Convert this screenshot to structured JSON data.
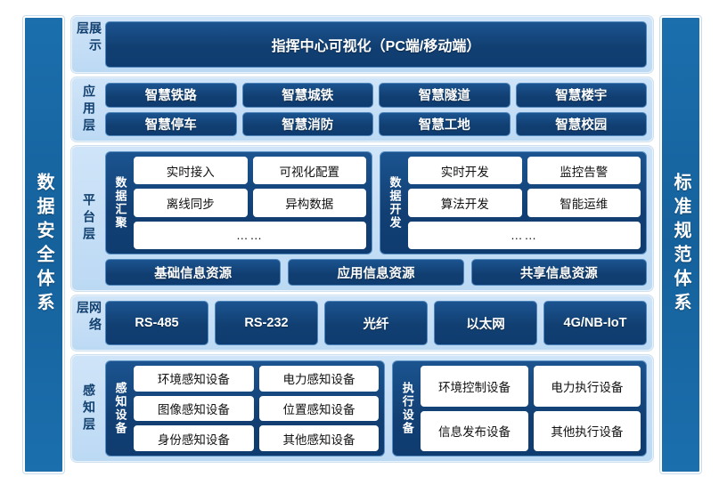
{
  "side_pillars": {
    "left": "数据安全体系",
    "right": "标准规范体系"
  },
  "colors": {
    "pillar_blue": "#15619c",
    "layer_bg": "#c4dcf6",
    "navy": "#113f72",
    "navy_border": "#4f87bd",
    "white_cell": "#ffffff",
    "label_text": "#12406f"
  },
  "layers": [
    {
      "id": "display",
      "label": "展示层",
      "banner": "指挥中心可视化（PC端/移动端）"
    },
    {
      "id": "application",
      "label": "应用层",
      "rows": [
        [
          "智慧铁路",
          "智慧城铁",
          "智慧隧道",
          "智慧楼宇"
        ],
        [
          "智慧停车",
          "智慧消防",
          "智慧工地",
          "智慧校园"
        ]
      ]
    },
    {
      "id": "platform",
      "label": "平台层",
      "groups": [
        {
          "label": "数据汇聚",
          "rows": [
            [
              "实时接入",
              "可视化配置"
            ],
            [
              "离线同步",
              "异构数据"
            ]
          ],
          "more": "……"
        },
        {
          "label": "数据开发",
          "rows": [
            [
              "实时开发",
              "监控告警"
            ],
            [
              "算法开发",
              "智能运维"
            ]
          ],
          "more": "……"
        }
      ],
      "resources": [
        "基础信息资源",
        "应用信息资源",
        "共享信息资源"
      ]
    },
    {
      "id": "network",
      "label": "网络层",
      "items": [
        "RS-485",
        "RS-232",
        "光纤",
        "以太网",
        "4G/NB-IoT"
      ]
    },
    {
      "id": "sensing",
      "label": "感知层",
      "groups": [
        {
          "label": "感知设备",
          "rows": [
            [
              "环境感知设备",
              "电力感知设备"
            ],
            [
              "图像感知设备",
              "位置感知设备"
            ],
            [
              "身份感知设备",
              "其他感知设备"
            ]
          ]
        },
        {
          "label": "执行设备",
          "rows": [
            [
              "环境控制设备",
              "电力执行设备"
            ],
            [
              "信息发布设备",
              "其他执行设备"
            ]
          ]
        }
      ]
    }
  ]
}
